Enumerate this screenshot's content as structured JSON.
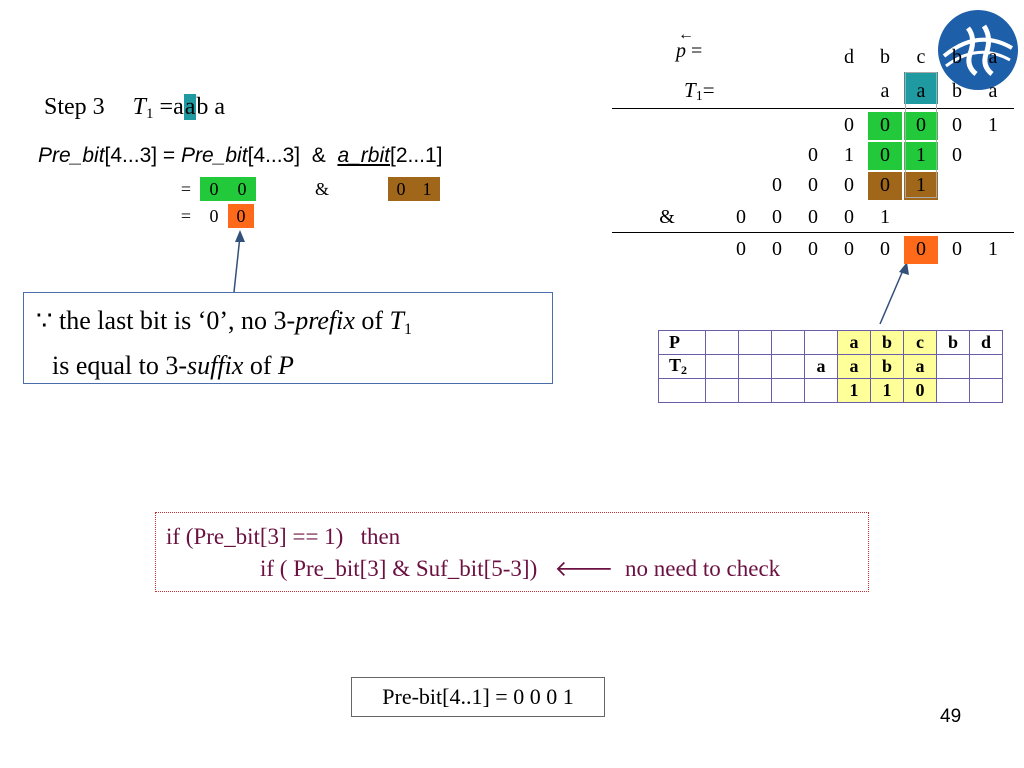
{
  "step": {
    "label": "Step 3",
    "t_var": "T",
    "t_sub": "1",
    "eq": " =",
    "chars": [
      "a",
      "a",
      "b",
      "a"
    ]
  },
  "equation": {
    "lhs_name": "Pre_bit",
    "lhs_idx": "[4...3]",
    "eq": " = ",
    "rhs1_name": "Pre_bit",
    "rhs1_idx": "[4...3]",
    "amp": "  &  ",
    "rhs2_name": "a_rbit",
    "rhs2_idx": "[2...1]"
  },
  "calc": {
    "eq1": "=",
    "bits1": [
      "0",
      "0"
    ],
    "amp": "&",
    "bits2": [
      "0",
      "1"
    ],
    "eq2": "=",
    "bits3": [
      "0",
      "0"
    ]
  },
  "callout": {
    "because": "∵",
    "line1a": " the last bit is ‘0’, no 3-",
    "line1b": "prefix",
    "line1c": " of ",
    "line1d": "T",
    "line1sub": "1",
    "line2a": "is equal to 3-",
    "line2b": "suffix",
    "line2c": " of ",
    "line2d": "P"
  },
  "grid": {
    "p_label": "p",
    "p_arrow": "←",
    "p_eq": " =",
    "p_row": [
      "d",
      "b",
      "c",
      "b",
      "a"
    ],
    "t1_label": "T",
    "t1_sub": "1",
    "t1_eq": "=",
    "t1_row": [
      "a",
      "a",
      "b",
      "a"
    ],
    "row1": [
      "0",
      "0",
      "0",
      "0",
      "1"
    ],
    "row2": [
      "0",
      "1",
      "0",
      "1",
      "0"
    ],
    "row3": [
      "0",
      "0",
      "0",
      "0",
      "1"
    ],
    "amp": "&",
    "row4": [
      "0",
      "0",
      "0",
      "0",
      "1"
    ],
    "row5": [
      "0",
      "0",
      "0",
      "0",
      "0",
      "0",
      "0",
      "1"
    ]
  },
  "table": {
    "p_label": "P",
    "p_cells": [
      "",
      "",
      "",
      "",
      "a",
      "b",
      "c",
      "b",
      "d"
    ],
    "t_label": "T",
    "t_sub": "2",
    "t_cells": [
      "",
      "",
      "",
      "a",
      "a",
      "b",
      "a",
      "",
      ""
    ],
    "bit_cells": [
      "",
      "",
      "",
      "",
      "1",
      "1",
      "0",
      "",
      ""
    ]
  },
  "code": {
    "line1": "if (Pre_bit[3] == 1)   then",
    "line2": "if ( Pre_bit[3] & Suf_bit[5-3])",
    "arrow": "🡐",
    "note": "no need to check"
  },
  "result": "Pre-bit[4..1] = 0 0 0 1",
  "page_number": "49"
}
